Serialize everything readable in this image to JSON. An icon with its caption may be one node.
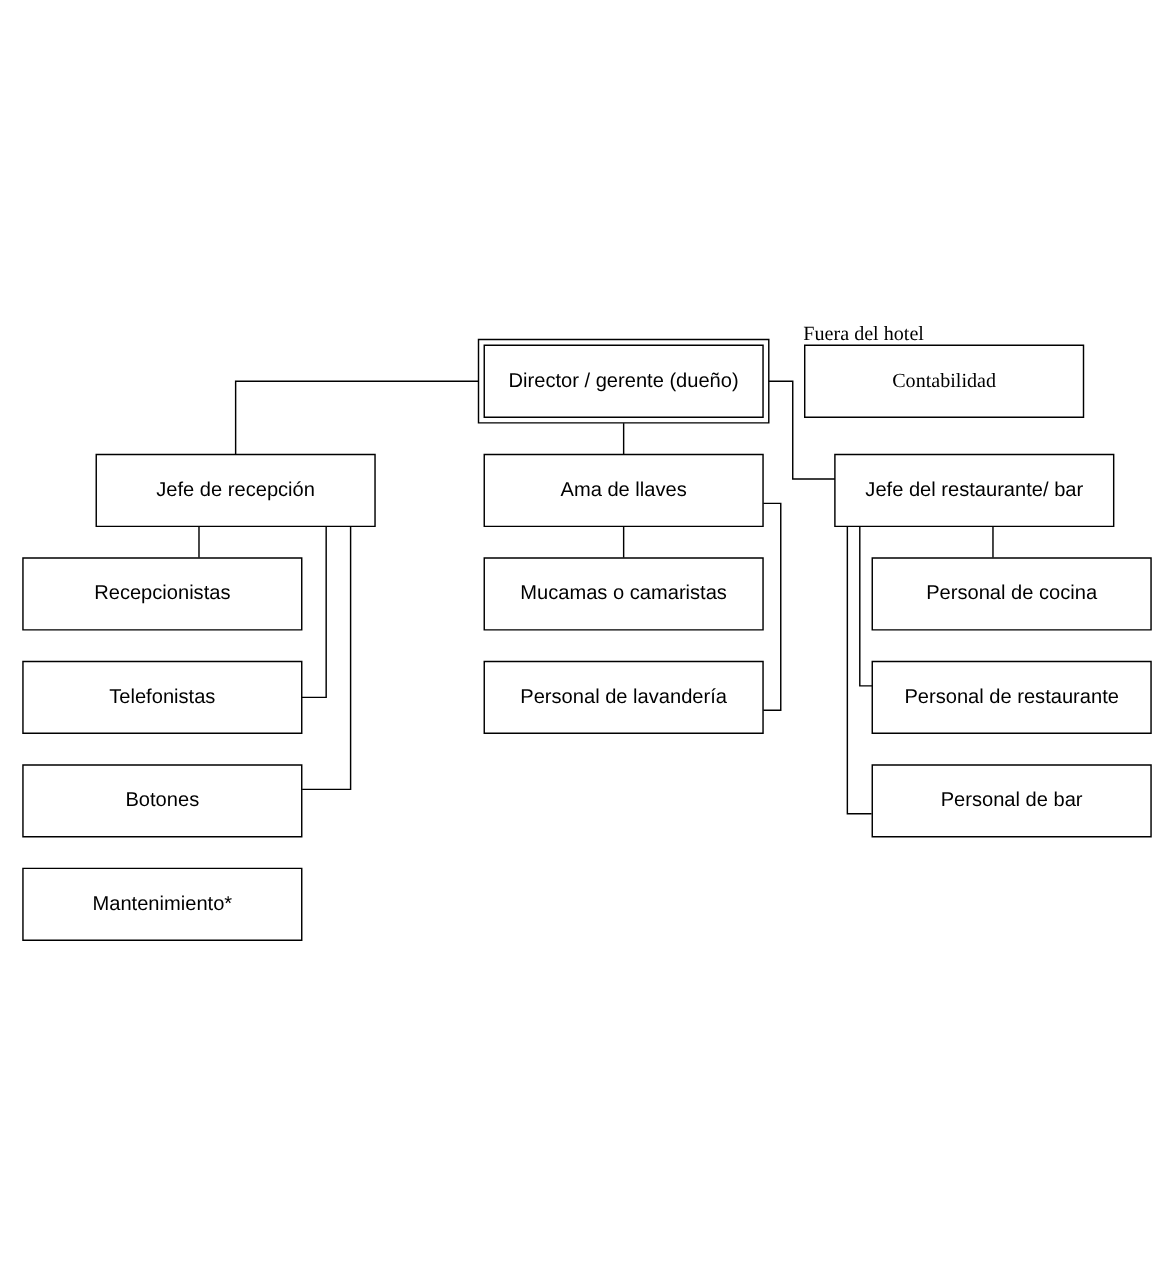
{
  "diagram": {
    "nodes": [
      {
        "text": [
          "Director / gerente (dueño)"
        ]
      },
      {
        "text": [
          "Contabilidad"
        ],
        "beside": [
          "Fuera del hotel"
        ]
      },
      {
        "text": [
          "Jefe de recepción"
        ]
      },
      {
        "text": [
          "Ama de llaves"
        ]
      },
      {
        "text": [
          "Jefe del restaurante/ bar"
        ]
      },
      {
        "text": [
          "Recepcionistas"
        ]
      },
      {
        "text": [
          "Telefonistas"
        ]
      },
      {
        "text": [
          "Botones"
        ]
      },
      {
        "text": [
          "Mucamas o camaristas"
        ]
      },
      {
        "text": [
          "Personal de lavandería"
        ]
      },
      {
        "text": [
          "Personal de cocina"
        ]
      },
      {
        "text": [
          "Personal de restaurante"
        ]
      },
      {
        "text": [
          "Personal de bar"
        ]
      },
      {
        "text": [
          "Mantenimiento*"
        ]
      }
    ],
    "edges": [
      {
        "from": 0,
        "to": 2,
        "arrow": "none"
      },
      {
        "from": 0,
        "to": 3,
        "arrow": "none"
      },
      {
        "from": 0,
        "to": 4,
        "arrow": "none"
      },
      {
        "from": 2,
        "to": 5,
        "arrow": "none"
      },
      {
        "from": 2,
        "to": 6,
        "arrow": "none"
      },
      {
        "from": 2,
        "to": 7,
        "arrow": "none"
      },
      {
        "from": 3,
        "to": 8,
        "arrow": "none"
      },
      {
        "from": 3,
        "to": 9,
        "arrow": "none"
      },
      {
        "from": 4,
        "to": 10,
        "arrow": "none"
      },
      {
        "from": 4,
        "to": 11,
        "arrow": "none"
      },
      {
        "from": 4,
        "to": 12,
        "arrow": "none"
      }
    ]
  }
}
